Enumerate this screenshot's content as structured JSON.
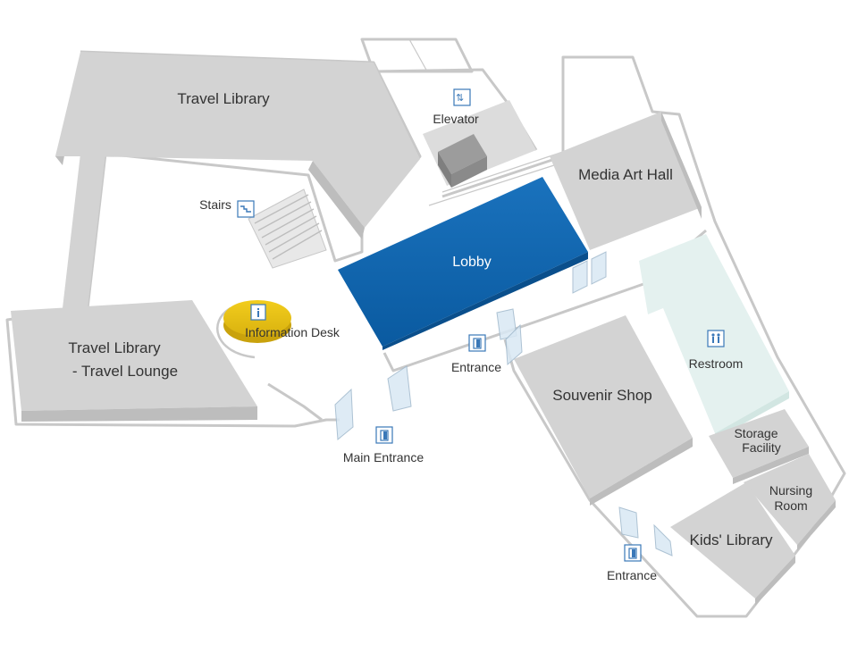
{
  "map": {
    "colors": {
      "room": "#d3d3d3",
      "lobby": "#0f62ac",
      "restroom": "#e4f1ef",
      "information_desk": "#e9c21a",
      "icon": "#3a78b8"
    },
    "rooms": {
      "travel_library": "Travel Library",
      "travel_lounge_line1": "Travel Library",
      "travel_lounge_line2": "- Travel Lounge",
      "media_art_hall": "Media Art Hall",
      "lobby": "Lobby",
      "souvenir_shop": "Souvenir Shop",
      "restroom": "Restroom",
      "storage_line1": "Storage",
      "storage_line2": "Facility",
      "nursing_line1": "Nursing",
      "nursing_line2": "Room",
      "kids_library": "Kids' Library"
    },
    "facilities": {
      "elevator": "Elevator",
      "stairs": "Stairs",
      "information_desk": "Information Desk",
      "main_entrance": "Main Entrance",
      "entrance_center": "Entrance",
      "entrance_bottom": "Entrance"
    },
    "icons": {
      "elevator": "elevator-icon",
      "stairs": "stairs-icon",
      "information": "information-icon",
      "door": "door-icon",
      "restroom": "restroom-icon"
    }
  }
}
